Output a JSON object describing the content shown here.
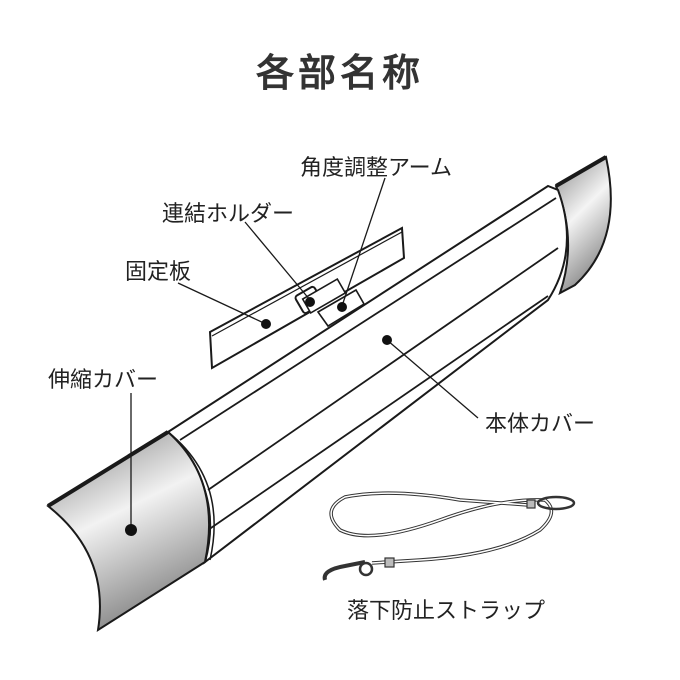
{
  "title": "各部名称",
  "labels": {
    "angle_arm": "角度調整アーム",
    "holder": "連結ホルダー",
    "fixed_plate": "固定板",
    "telescopic_cover": "伸縮カバー",
    "body_cover": "本体カバー",
    "strap": "落下防止ストラップ"
  },
  "colors": {
    "title": "#333333",
    "line": "#1a1a1a",
    "metal_dark": "#8a8a8a",
    "metal_light": "#f4f4f4"
  }
}
